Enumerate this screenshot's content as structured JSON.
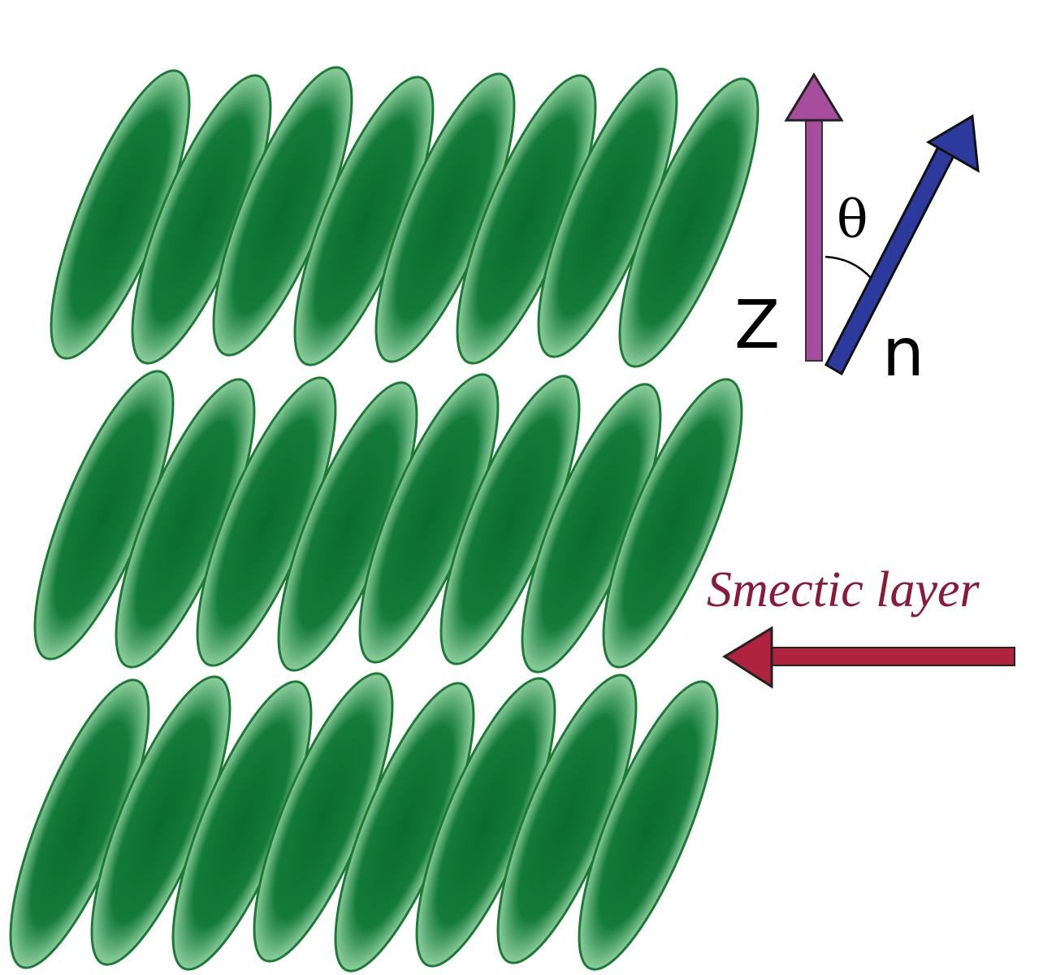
{
  "diagram": {
    "colors": {
      "molecule_fill_center": "#0b6b2e",
      "molecule_fill_edge": "#8fcf9f",
      "molecule_outline": "#1d7a36",
      "z_axis": "#a64d9e",
      "director_n": "#2b3a9c",
      "layer_arrow": "#b0233f",
      "layer_label": "#8a1a3a"
    },
    "molecule_layers": 3,
    "molecules_per_layer": 8,
    "labels": {
      "z_axis": "Z",
      "director": "n",
      "tilt_angle": "θ",
      "layer_caption": "Smectic layer"
    },
    "icons": {
      "z_axis": "up-arrow-icon",
      "director": "tilted-arrow-icon",
      "layer_pointer": "left-arrow-icon"
    }
  }
}
